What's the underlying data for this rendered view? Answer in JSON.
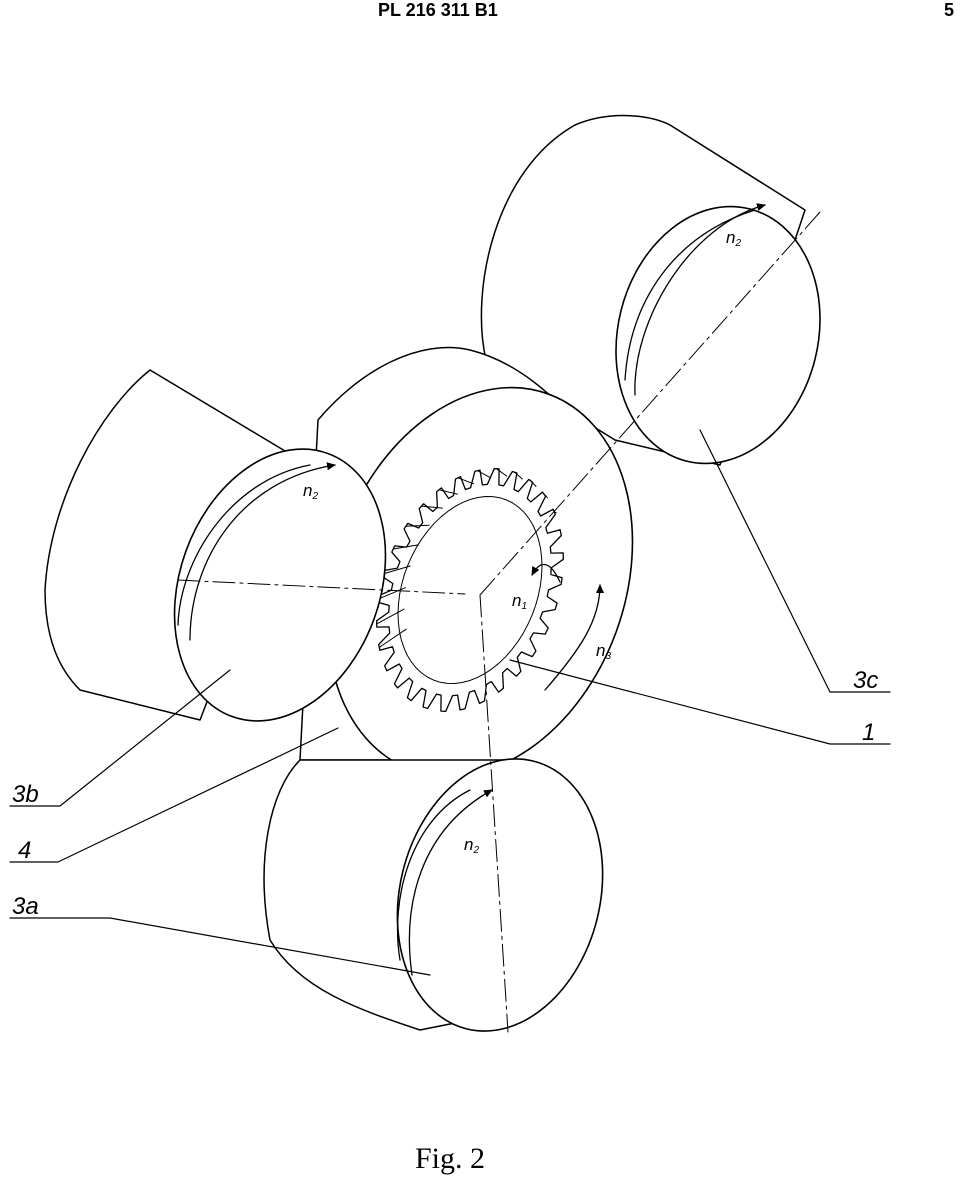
{
  "header": {
    "document_number": "PL 216 311 B1",
    "page_number": "5"
  },
  "figure": {
    "caption": "Fig. 2"
  },
  "labels": {
    "ref_1": "1",
    "ref_3a": "3a",
    "ref_3b": "3b",
    "ref_3c": "3c",
    "ref_4": "4"
  },
  "speeds": {
    "n_symbol": "n",
    "sub_1": "1",
    "sub_2": "2",
    "sub_3": "3"
  },
  "colors": {
    "ink": "#000000",
    "paper": "#ffffff"
  },
  "gear": {
    "tooth_count": 30
  }
}
